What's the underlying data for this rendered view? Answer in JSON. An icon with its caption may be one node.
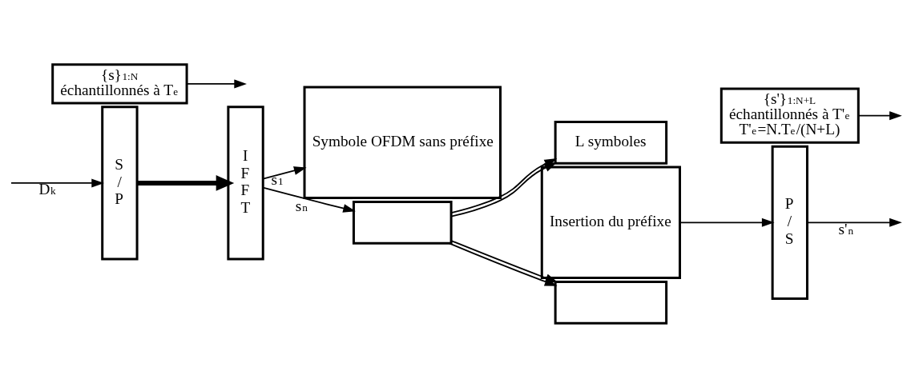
{
  "diagram": {
    "nodes": [
      {
        "text": [
          "S / P"
        ]
      },
      {
        "text": [
          "I F F T"
        ]
      },
      {
        "text": [
          "Symbole OFDM sans préfixe"
        ]
      },
      {
        "text": [],
        "shape": "box"
      },
      {
        "text": [
          "L symboles"
        ]
      },
      {
        "text": [
          "Insertion du préfixe"
        ]
      },
      {
        "text": [],
        "shape": "box"
      },
      {
        "text": [
          "P / S"
        ]
      },
      {
        "text": [
          "{s}$_{1:N}$",
          "échantillonnés à T$_{e}$"
        ]
      },
      {
        "text": [
          "{s'}$_{1:N+L}$",
          "échantillonnés à T'$_{e}$",
          "T'$_{e}$=N.T$_{e}$/(N+L)"
        ]
      }
    ],
    "edges": [
      {
        "from": null,
        "to": 0,
        "arrow": "to",
        "label": "D$_{k}$"
      },
      {
        "from": 0,
        "to": 1,
        "arrow": "to",
        "style": "thick"
      },
      {
        "from": 8,
        "to": null,
        "arrow": "to"
      },
      {
        "from": 1,
        "to": 2,
        "arrow": "to",
        "label": "s$_{1}$"
      },
      {
        "from": 1,
        "to": 3,
        "arrow": "to",
        "label": "s$_{n}$"
      },
      {
        "from": 3,
        "to": 4,
        "arrow": "to"
      },
      {
        "from": 3,
        "to": 4,
        "arrow": "to"
      },
      {
        "from": 3,
        "to": 6,
        "arrow": "to"
      },
      {
        "from": 3,
        "to": 6,
        "arrow": "to"
      },
      {
        "from": 5,
        "to": 7,
        "arrow": "to"
      },
      {
        "from": 9,
        "to": null,
        "arrow": "to"
      },
      {
        "from": 7,
        "to": null,
        "arrow": "to",
        "label": "s'$_{n}$"
      }
    ]
  }
}
